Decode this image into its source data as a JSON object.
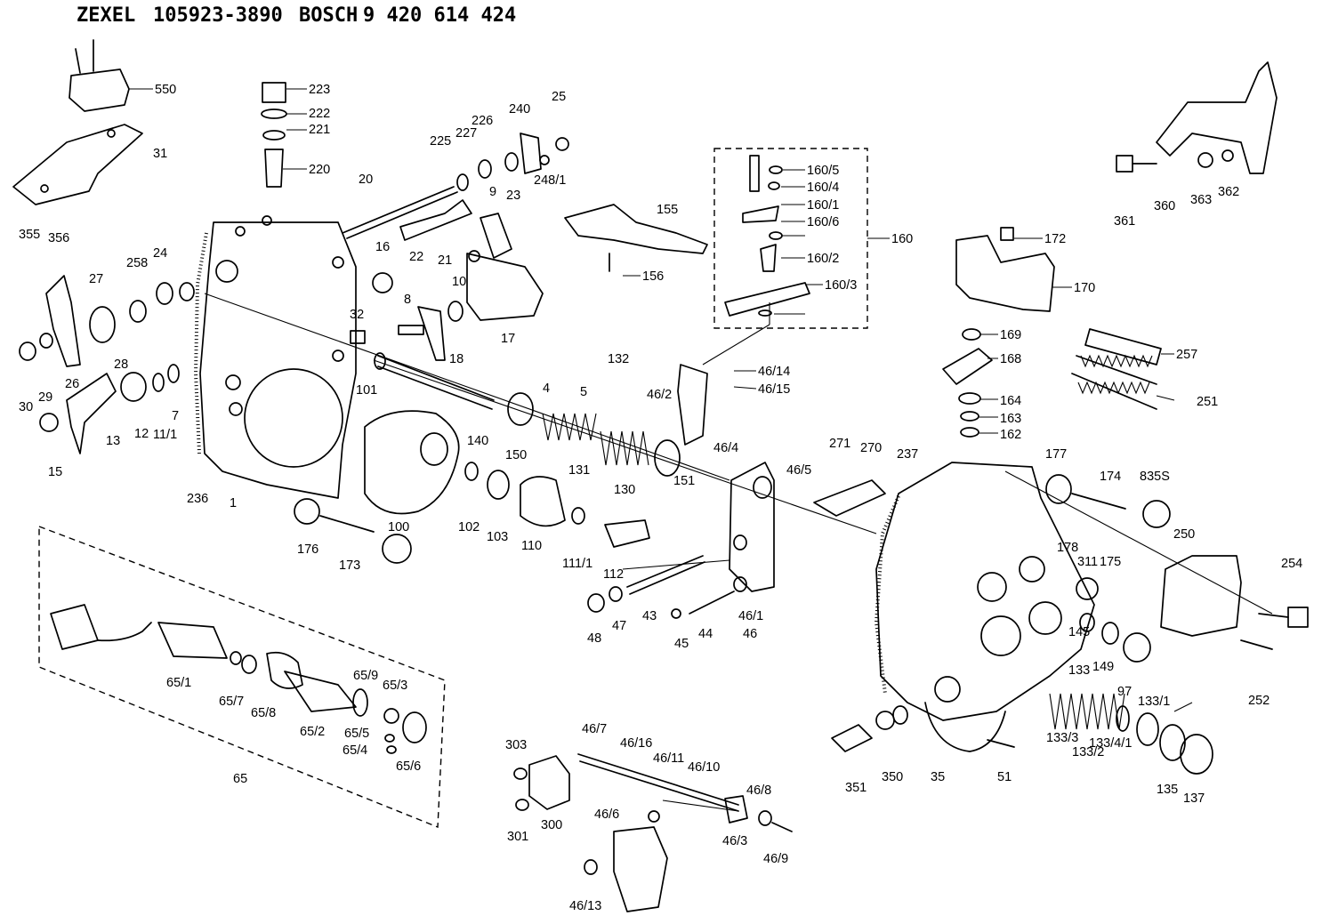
{
  "header": {
    "maker1": "ZEXEL",
    "part_no": "105923-3890",
    "maker2": "BOSCH",
    "bosch_no": "9 420 614 424"
  },
  "callouts": [
    {
      "id": "550"
    },
    {
      "id": "223"
    },
    {
      "id": "222"
    },
    {
      "id": "221"
    },
    {
      "id": "220"
    },
    {
      "id": "226"
    },
    {
      "id": "227"
    },
    {
      "id": "225"
    },
    {
      "id": "240"
    },
    {
      "id": "25"
    },
    {
      "id": "9"
    },
    {
      "id": "23"
    },
    {
      "id": "248/1"
    },
    {
      "id": "20"
    },
    {
      "id": "31"
    },
    {
      "id": "355"
    },
    {
      "id": "356"
    },
    {
      "id": "16"
    },
    {
      "id": "22"
    },
    {
      "id": "21"
    },
    {
      "id": "155"
    },
    {
      "id": "156"
    },
    {
      "id": "160/5"
    },
    {
      "id": "160/4"
    },
    {
      "id": "160/1"
    },
    {
      "id": "160/6"
    },
    {
      "id": "160/2"
    },
    {
      "id": "160/3"
    },
    {
      "id": "160"
    },
    {
      "id": "361"
    },
    {
      "id": "360"
    },
    {
      "id": "363"
    },
    {
      "id": "362"
    },
    {
      "id": "172"
    },
    {
      "id": "170"
    },
    {
      "id": "169"
    },
    {
      "id": "168"
    },
    {
      "id": "164"
    },
    {
      "id": "163"
    },
    {
      "id": "162"
    },
    {
      "id": "257"
    },
    {
      "id": "251"
    },
    {
      "id": "27"
    },
    {
      "id": "258"
    },
    {
      "id": "24"
    },
    {
      "id": "10"
    },
    {
      "id": "8"
    },
    {
      "id": "32"
    },
    {
      "id": "17"
    },
    {
      "id": "18"
    },
    {
      "id": "132"
    },
    {
      "id": "4"
    },
    {
      "id": "5"
    },
    {
      "id": "46/14"
    },
    {
      "id": "46/15"
    },
    {
      "id": "46/2"
    },
    {
      "id": "46/4"
    },
    {
      "id": "30"
    },
    {
      "id": "29"
    },
    {
      "id": "26"
    },
    {
      "id": "28"
    },
    {
      "id": "12"
    },
    {
      "id": "11/1"
    },
    {
      "id": "7"
    },
    {
      "id": "13"
    },
    {
      "id": "15"
    },
    {
      "id": "101"
    },
    {
      "id": "140"
    },
    {
      "id": "150"
    },
    {
      "id": "131"
    },
    {
      "id": "130"
    },
    {
      "id": "151"
    },
    {
      "id": "236"
    },
    {
      "id": "1"
    },
    {
      "id": "100"
    },
    {
      "id": "102"
    },
    {
      "id": "103"
    },
    {
      "id": "110"
    },
    {
      "id": "111/1"
    },
    {
      "id": "112"
    },
    {
      "id": "271"
    },
    {
      "id": "270"
    },
    {
      "id": "237"
    },
    {
      "id": "177"
    },
    {
      "id": "174"
    },
    {
      "id": "835S"
    },
    {
      "id": "178"
    },
    {
      "id": "311"
    },
    {
      "id": "175"
    },
    {
      "id": "250"
    },
    {
      "id": "254"
    },
    {
      "id": "46/5"
    },
    {
      "id": "176"
    },
    {
      "id": "173"
    },
    {
      "id": "48"
    },
    {
      "id": "47"
    },
    {
      "id": "43"
    },
    {
      "id": "45"
    },
    {
      "id": "44"
    },
    {
      "id": "46/1"
    },
    {
      "id": "46"
    },
    {
      "id": "145"
    },
    {
      "id": "133"
    },
    {
      "id": "149"
    },
    {
      "id": "97"
    },
    {
      "id": "252"
    },
    {
      "id": "65/1"
    },
    {
      "id": "65/7"
    },
    {
      "id": "65/8"
    },
    {
      "id": "65/9"
    },
    {
      "id": "65/3"
    },
    {
      "id": "65/2"
    },
    {
      "id": "65/5"
    },
    {
      "id": "65/4"
    },
    {
      "id": "65/6"
    },
    {
      "id": "65"
    },
    {
      "id": "303"
    },
    {
      "id": "46/7"
    },
    {
      "id": "46/16"
    },
    {
      "id": "46/11"
    },
    {
      "id": "46/10"
    },
    {
      "id": "46/8"
    },
    {
      "id": "46/6"
    },
    {
      "id": "46/3"
    },
    {
      "id": "46/9"
    },
    {
      "id": "301"
    },
    {
      "id": "300"
    },
    {
      "id": "46/13"
    },
    {
      "id": "133/1"
    },
    {
      "id": "133/3"
    },
    {
      "id": "133/2"
    },
    {
      "id": "133/4/1"
    },
    {
      "id": "135"
    },
    {
      "id": "137"
    },
    {
      "id": "351"
    },
    {
      "id": "350"
    },
    {
      "id": "35"
    },
    {
      "id": "51"
    }
  ]
}
